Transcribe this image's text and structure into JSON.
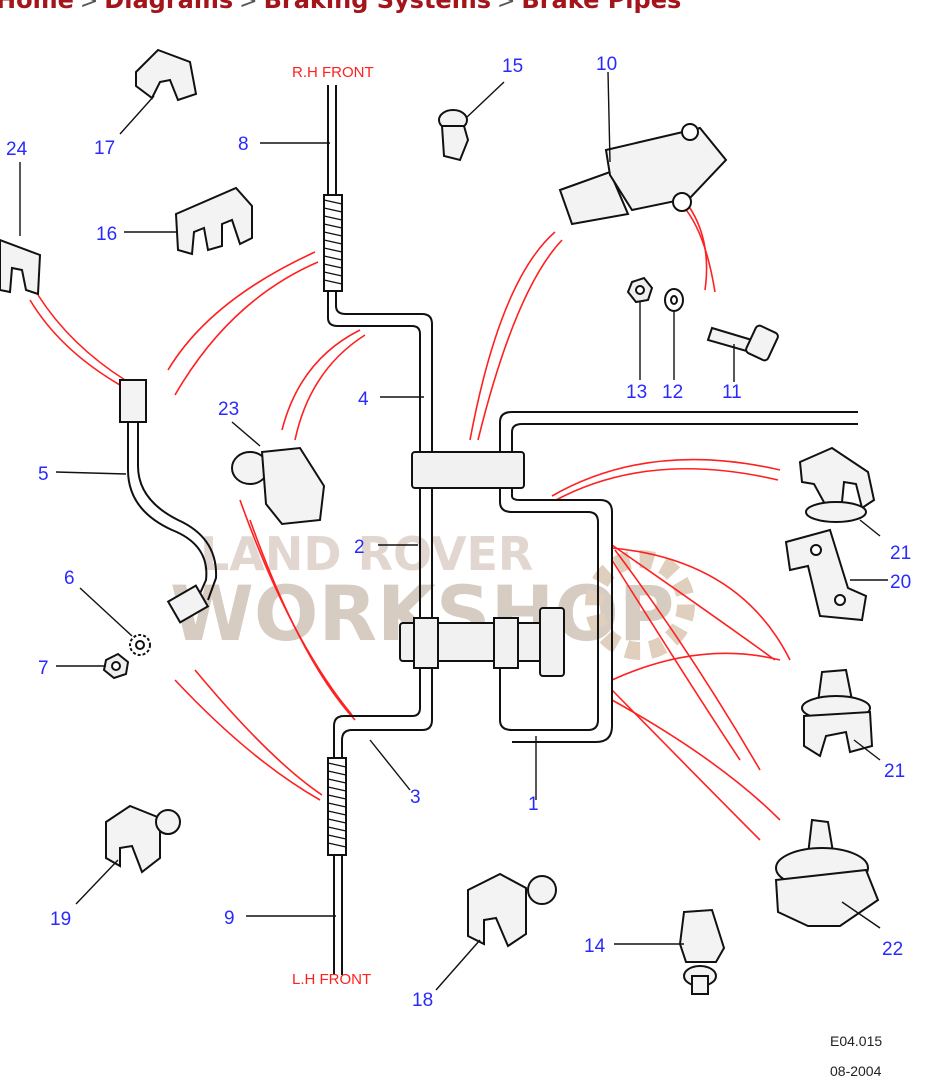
{
  "breadcrumb": {
    "home": "Home",
    "diagrams": "Diagrams",
    "section": "Braking Systems",
    "current": "Brake Pipes",
    "separator": ">"
  },
  "diagram": {
    "side_labels": {
      "rh_front": "R.H FRONT",
      "lh_front": "L.H FRONT"
    },
    "callouts": [
      "1",
      "2",
      "3",
      "4",
      "5",
      "6",
      "7",
      "8",
      "9",
      "10",
      "11",
      "12",
      "13",
      "14",
      "15",
      "16",
      "17",
      "18",
      "19",
      "20",
      "21",
      "21",
      "22",
      "23",
      "24"
    ],
    "reference_code": "E04.015",
    "reference_date": "08-2004",
    "watermark_top": "LAND ROVER",
    "watermark_main": "WORKSHOP",
    "colors": {
      "callout": "#2a2aff",
      "leader_red": "#ff2020",
      "breadcrumb": "#a3141b",
      "watermark": "#b8a392"
    }
  }
}
